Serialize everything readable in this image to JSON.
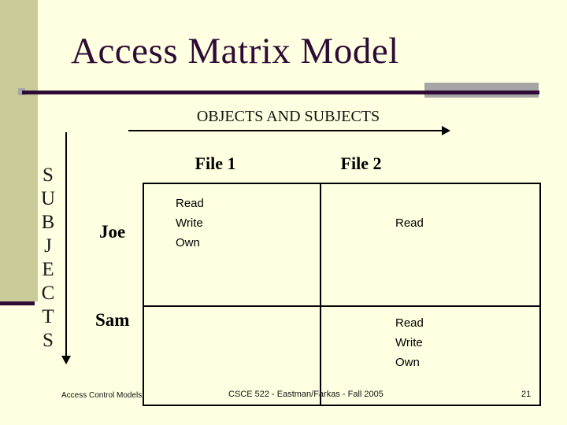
{
  "slide": {
    "title": "Access Matrix Model",
    "heading": "OBJECTS AND SUBJECTS",
    "vertical_word": "SUBJECTS",
    "vertical_letters": [
      "S",
      "U",
      "B",
      "J",
      "E",
      "C",
      "T",
      "S"
    ],
    "columns": [
      "File 1",
      "File 2"
    ],
    "rows": [
      "Joe",
      "Sam"
    ],
    "matrix": {
      "joe_file1": "Read\nWrite\nOwn",
      "joe_file2": "Read",
      "sam_file1": "",
      "sam_file2": "Read\nWrite\nOwn"
    },
    "footer": {
      "left": "Access Control Models",
      "center": "CSCE 522 - Eastman/Farkas - Fall 2005",
      "page": "21"
    },
    "colors": {
      "background": "#FFFFE1",
      "sidebar": "#CBCB99",
      "accent_purple": "#2E0B35",
      "accent_gray": "#A6A6A6",
      "text": "#000000"
    }
  }
}
